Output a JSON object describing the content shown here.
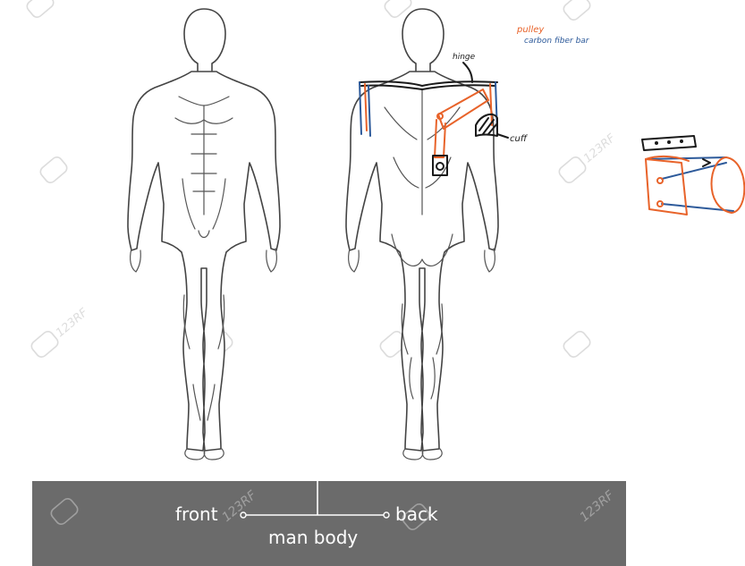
{
  "figures": {
    "front": {
      "name": "front"
    },
    "back": {
      "name": "back"
    }
  },
  "banner": {
    "left_label": "front",
    "right_label": "back",
    "center_label": "man body",
    "background": "#6b6b6b",
    "text_color": "#ffffff"
  },
  "annotations": {
    "legend_pulley": "pulley",
    "legend_carbon": "carbon fiber bar",
    "hinge": "hinge",
    "cuff": "cuff"
  },
  "colors": {
    "orange": "#e8632a",
    "blue": "#2d5a9a",
    "black": "#1a1a1a"
  },
  "watermark": "123RF"
}
